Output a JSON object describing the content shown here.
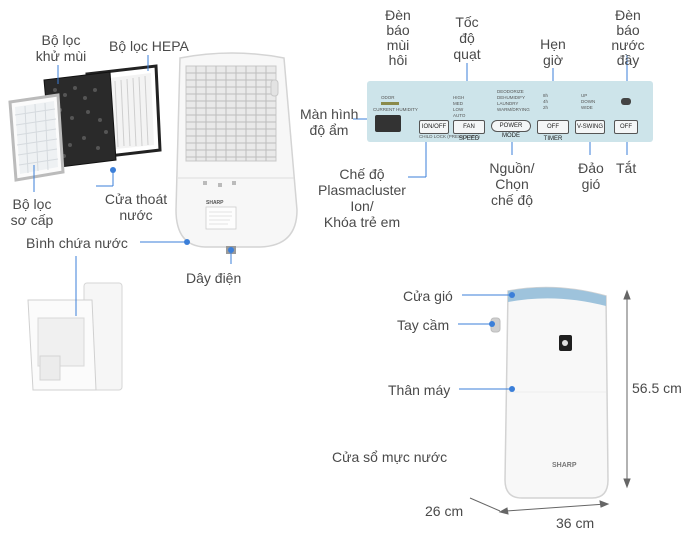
{
  "labels": {
    "odor_filter": [
      "Bộ lọc",
      "khử mùi"
    ],
    "hepa_filter": "Bộ lọc HEPA",
    "pre_filter": [
      "Bộ lọc",
      "sơ cấp"
    ],
    "outlet": [
      "Cửa thoát",
      "nước"
    ],
    "water_tank": "Bình chứa nước",
    "power_cord": "Dây điện",
    "odor_light": [
      "Đèn",
      "báo",
      "mùi",
      "hôi"
    ],
    "fan_speed": [
      "Tốc",
      "độ",
      "quạt"
    ],
    "timer": [
      "Hẹn",
      "giờ"
    ],
    "full_light": [
      "Đèn",
      "báo",
      "nước",
      "đầy"
    ],
    "humidity_screen": [
      "Màn hình",
      "độ ẩm"
    ],
    "plasma_mode": [
      "Chế độ",
      "Plasmacluster",
      "Ion/",
      "Khóa trẻ em"
    ],
    "power_mode": [
      "Nguồn/",
      "Chọn",
      "chế độ"
    ],
    "swing": [
      "Đảo",
      "gió"
    ],
    "off": "Tắt",
    "air_vent": "Cửa gió",
    "handle": "Tay cầm",
    "body": "Thân máy",
    "water_window": "Cửa sổ mực nước"
  },
  "dimensions": {
    "height": "56.5 cm",
    "depth": "26 cm",
    "width": "36 cm"
  },
  "panel": {
    "btn_onoff": "ION/OFF",
    "btn_fan": "FAN SPEED",
    "btn_power": "POWER MODE",
    "btn_timer": "OFF TIMER",
    "btn_swing": "V-SWING",
    "btn_off": "OFF",
    "odor_text": "ODOR",
    "humidity_text": "CURRENT HUMIDITY",
    "child_lock": "CHILD LOCK (PRESS 3 SEC)",
    "fan_opts": [
      "HIGH",
      "MED",
      "LOW",
      "AUTO"
    ],
    "mode_opts": [
      "DEODORIZE",
      "DEHUMIDIFY",
      "LAUNDRY",
      "WARM/DRYING"
    ],
    "timer_opts": [
      "8h",
      "4h",
      "2h"
    ],
    "swing_opts": [
      "UP",
      "DOWN",
      "WIDE"
    ]
  },
  "brand": "SHARP",
  "colors": {
    "accent": "#3b7fd9",
    "panel": "#cde4ea",
    "body": "#f7f7f7"
  }
}
